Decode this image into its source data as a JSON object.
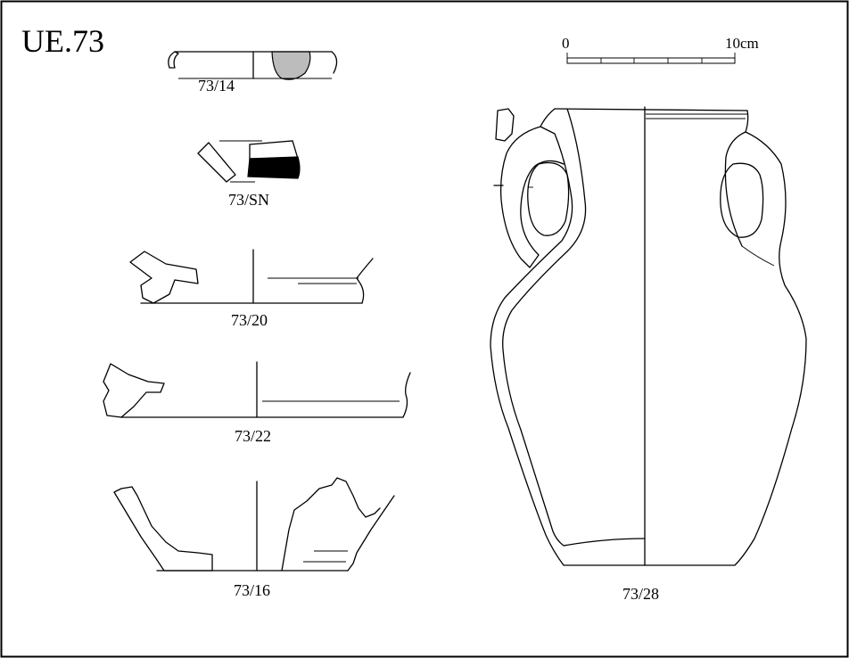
{
  "plate": {
    "title": "UE.73",
    "scale": {
      "start_label": "0",
      "end_label": "10cm"
    },
    "fragments": [
      {
        "label": "73/14"
      },
      {
        "label": "73/SN"
      },
      {
        "label": "73/20"
      },
      {
        "label": "73/22"
      },
      {
        "label": "73/16"
      },
      {
        "label": "73/28"
      }
    ],
    "colors": {
      "line": "#000000",
      "background": "#ffffff",
      "section_grey": "#bcbcbc",
      "section_black": "#000000"
    }
  }
}
